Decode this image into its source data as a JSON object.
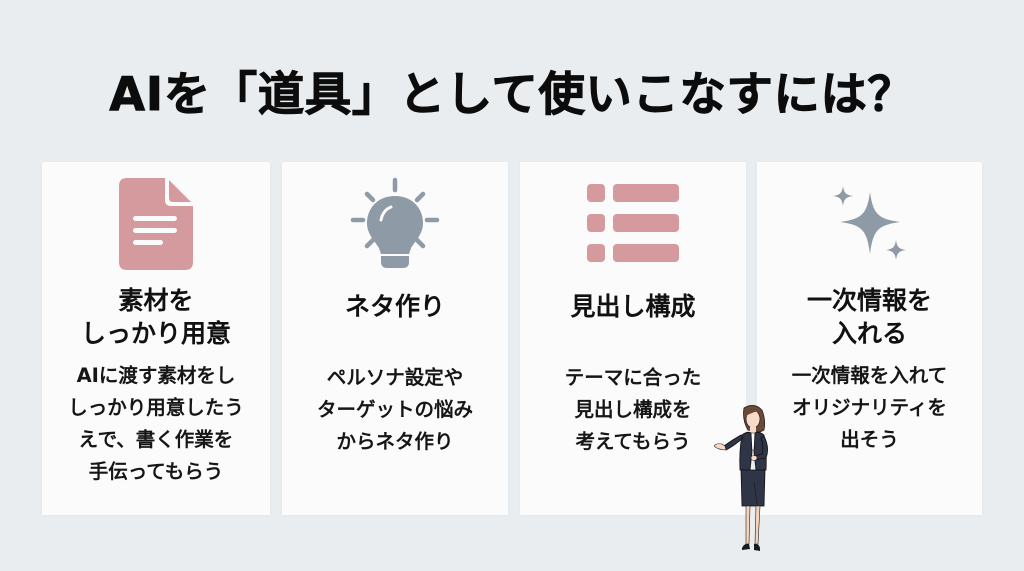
{
  "title": "AIを「道具」として使いこなすには？",
  "colors": {
    "background": "#e9edef",
    "card": "#fbfbfb",
    "accent_pink": "#d49a9e",
    "accent_gray": "#8e9ba6",
    "text": "#111111"
  },
  "cards": [
    {
      "icon": "document-icon",
      "heading": "素材を\nしっかり用意",
      "body": "AIに渡す素材をし\nしっかり用意したう\nえで、書く作業を\n手伝ってもらう"
    },
    {
      "icon": "lightbulb-icon",
      "heading": "ネタ作り",
      "body": "ペルソナ設定や\nターゲットの悩み\nからネタ作り"
    },
    {
      "icon": "list-icon",
      "heading": "見出し構成",
      "body": "テーマに合った\n見出し構成を\n考えてもらう"
    },
    {
      "icon": "sparkle-icon",
      "heading": "一次情報を\n入れる",
      "body": "一次情報を入れて\nオリジナリティを\n出そう"
    }
  ],
  "illustration": "businesswoman-presenting"
}
